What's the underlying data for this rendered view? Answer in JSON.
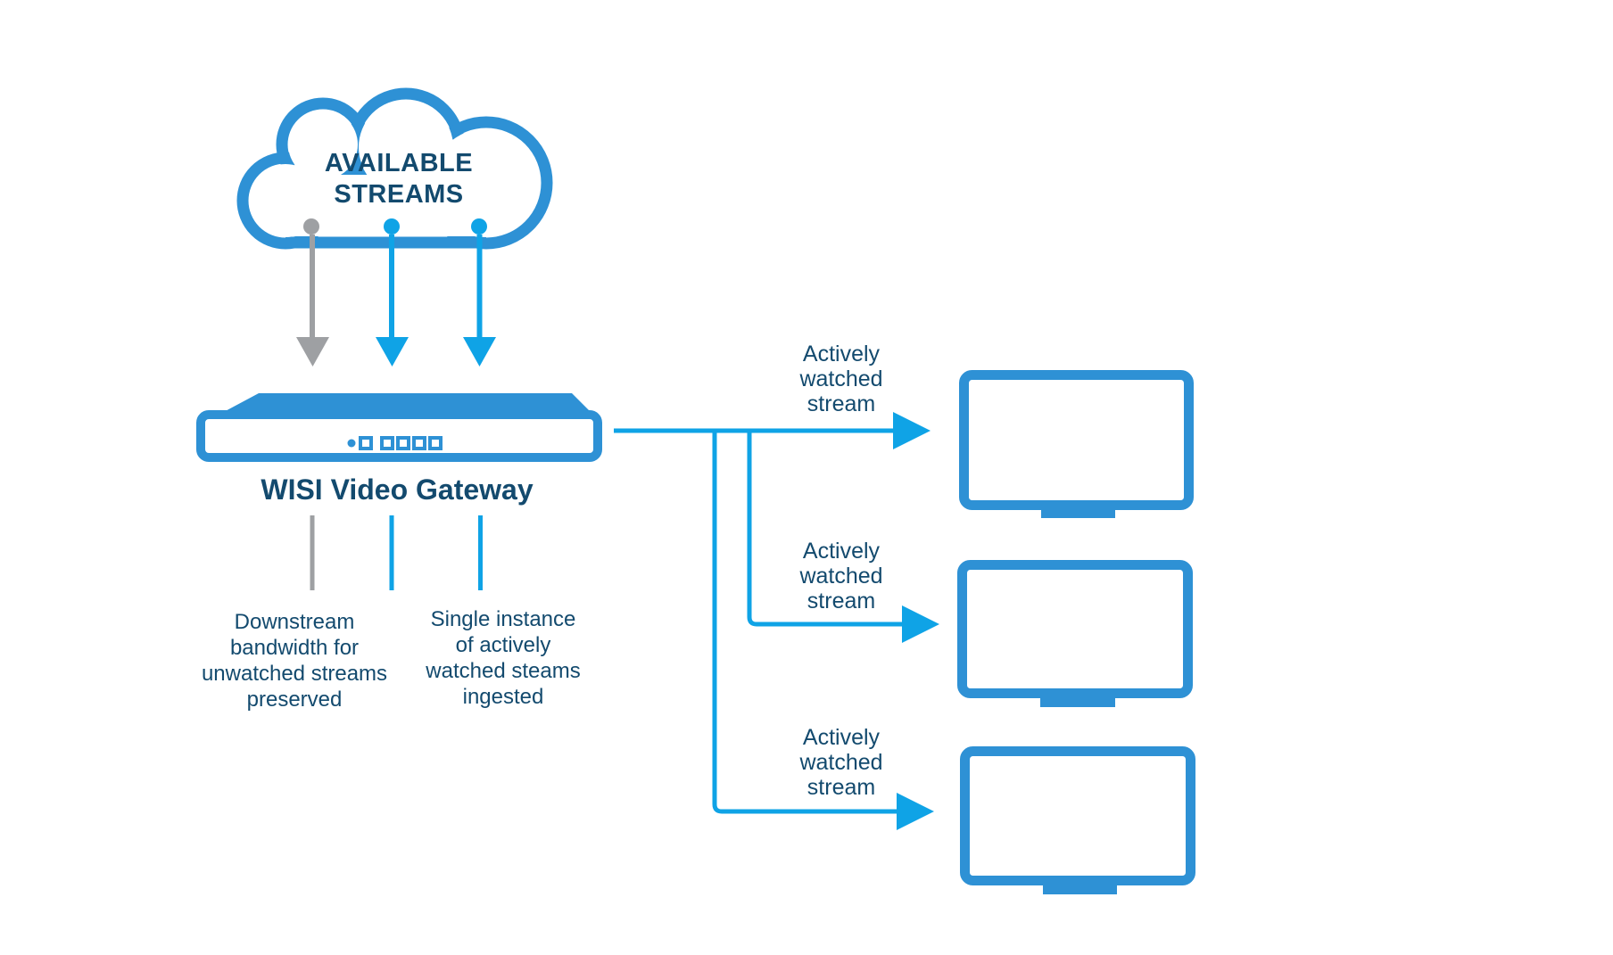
{
  "colors": {
    "medium_blue": "#2E91D5",
    "bright_blue": "#0FA3E6",
    "gray": "#9EA0A3",
    "navy": "#134A6E"
  },
  "cloud": {
    "label_lines": [
      "AVAILABLE",
      "STREAMS"
    ]
  },
  "gateway": {
    "label": "WISI Video Gateway"
  },
  "annotations": {
    "downstream": {
      "lines": [
        "Downstream",
        "bandwidth for",
        "unwatched streams",
        "preserved"
      ]
    },
    "single_instance": {
      "lines": [
        "Single instance",
        "of actively",
        "watched steams",
        "ingested"
      ]
    }
  },
  "stream_labels": [
    {
      "lines": [
        "Actively",
        "watched",
        "stream"
      ]
    },
    {
      "lines": [
        "Actively",
        "watched",
        "stream"
      ]
    },
    {
      "lines": [
        "Actively",
        "watched",
        "stream"
      ]
    }
  ]
}
